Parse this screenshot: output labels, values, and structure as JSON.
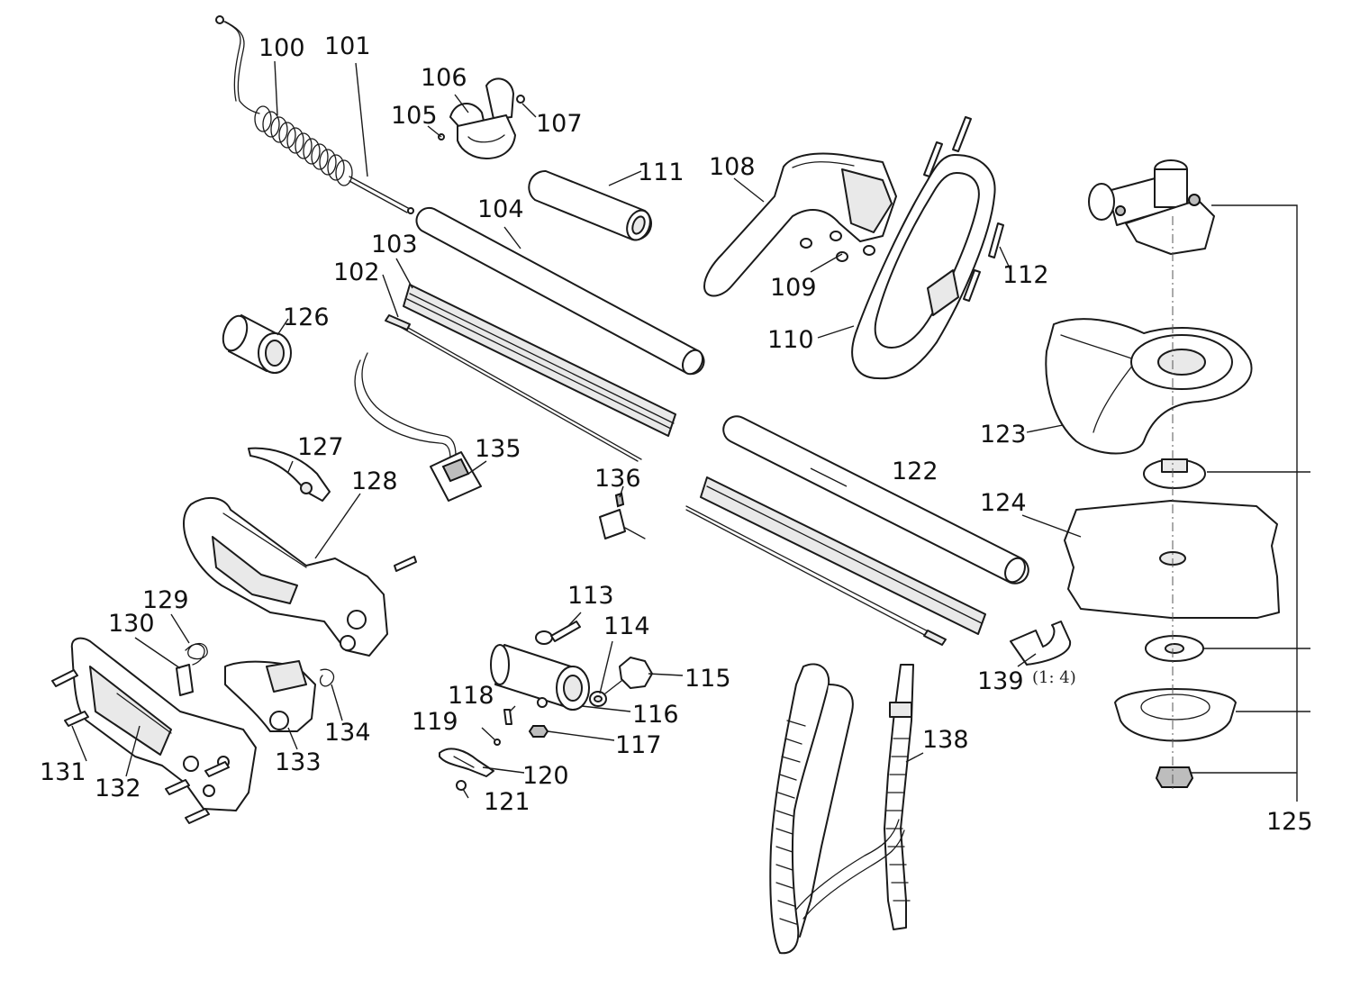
{
  "diagram": {
    "labels": {
      "l100": "100",
      "l101": "101",
      "l102": "102",
      "l103": "103",
      "l104": "104",
      "l105": "105",
      "l106": "106",
      "l107": "107",
      "l108": "108",
      "l109": "109",
      "l110": "110",
      "l111": "111",
      "l112": "112",
      "l113": "113",
      "l114": "114",
      "l115": "115",
      "l116": "116",
      "l117": "117",
      "l118": "118",
      "l119": "119",
      "l120": "120",
      "l121": "121",
      "l122": "122",
      "l123": "123",
      "l124": "124",
      "l125": "125",
      "l126": "126",
      "l127": "127",
      "l128": "128",
      "l129": "129",
      "l130": "130",
      "l131": "131",
      "l132": "132",
      "l133": "133",
      "l134": "134",
      "l135": "135",
      "l136": "136",
      "l138": "138",
      "l139": "139"
    },
    "scale_note": "(1: 4)"
  }
}
